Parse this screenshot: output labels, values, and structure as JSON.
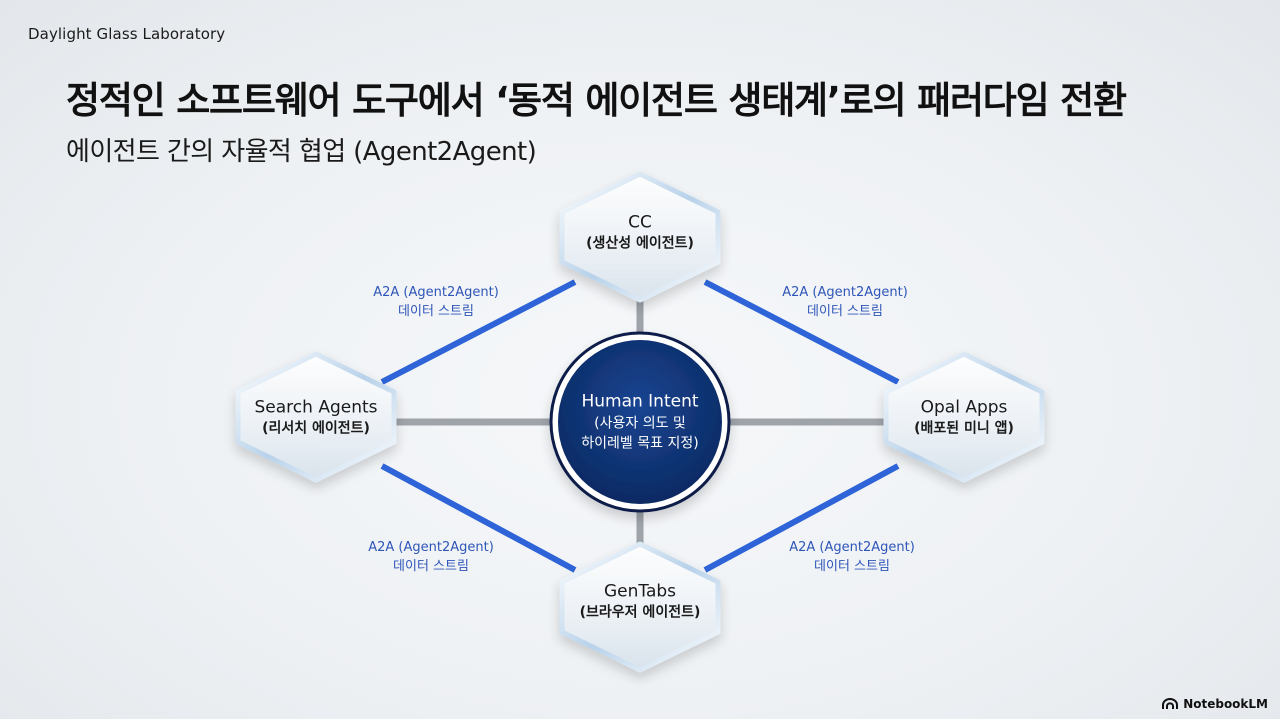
{
  "brand": "Daylight Glass Laboratory",
  "title": "정적인 소프트웨어 도구에서 ‘동적 에이전트 생태계’로의 패러다임 전환",
  "subtitle": "에이전트 간의 자율적 협업 (Agent2Agent)",
  "diagram": {
    "center": {
      "title": "Human Intent",
      "line1": "(사용자 의도 및",
      "line2": "하이레벨 목표 지정)"
    },
    "nodes": {
      "top": {
        "title": "CC",
        "sub": "(생산성 에이전트)"
      },
      "left": {
        "title": "Search Agents",
        "sub": "(리서치 에이전트)"
      },
      "right": {
        "title": "Opal Apps",
        "sub": "(배포된 미니 앱)"
      },
      "bottom": {
        "title": "GenTabs",
        "sub": "(브라우저 에이전트)"
      }
    },
    "edges": {
      "top_left": {
        "line1": "A2A (Agent2Agent)",
        "line2": "데이터 스트림"
      },
      "top_right": {
        "line1": "A2A (Agent2Agent)",
        "line2": "데이터 스트림"
      },
      "bottom_left": {
        "line1": "A2A (Agent2Agent)",
        "line2": "데이터 스트림"
      },
      "bottom_right": {
        "line1": "A2A (Agent2Agent)",
        "line2": "데이터 스트림"
      }
    },
    "colors": {
      "a2a_link": "#2e64d8",
      "hub_spoke": "#9ea4aa",
      "center_fill": "#0d2f6e",
      "center_ring": "#0a1f4a",
      "edge_label": "#2e55b8"
    }
  },
  "footer": {
    "logo_text": "NotebookLM",
    "icon": "notebooklm-logo-icon"
  }
}
